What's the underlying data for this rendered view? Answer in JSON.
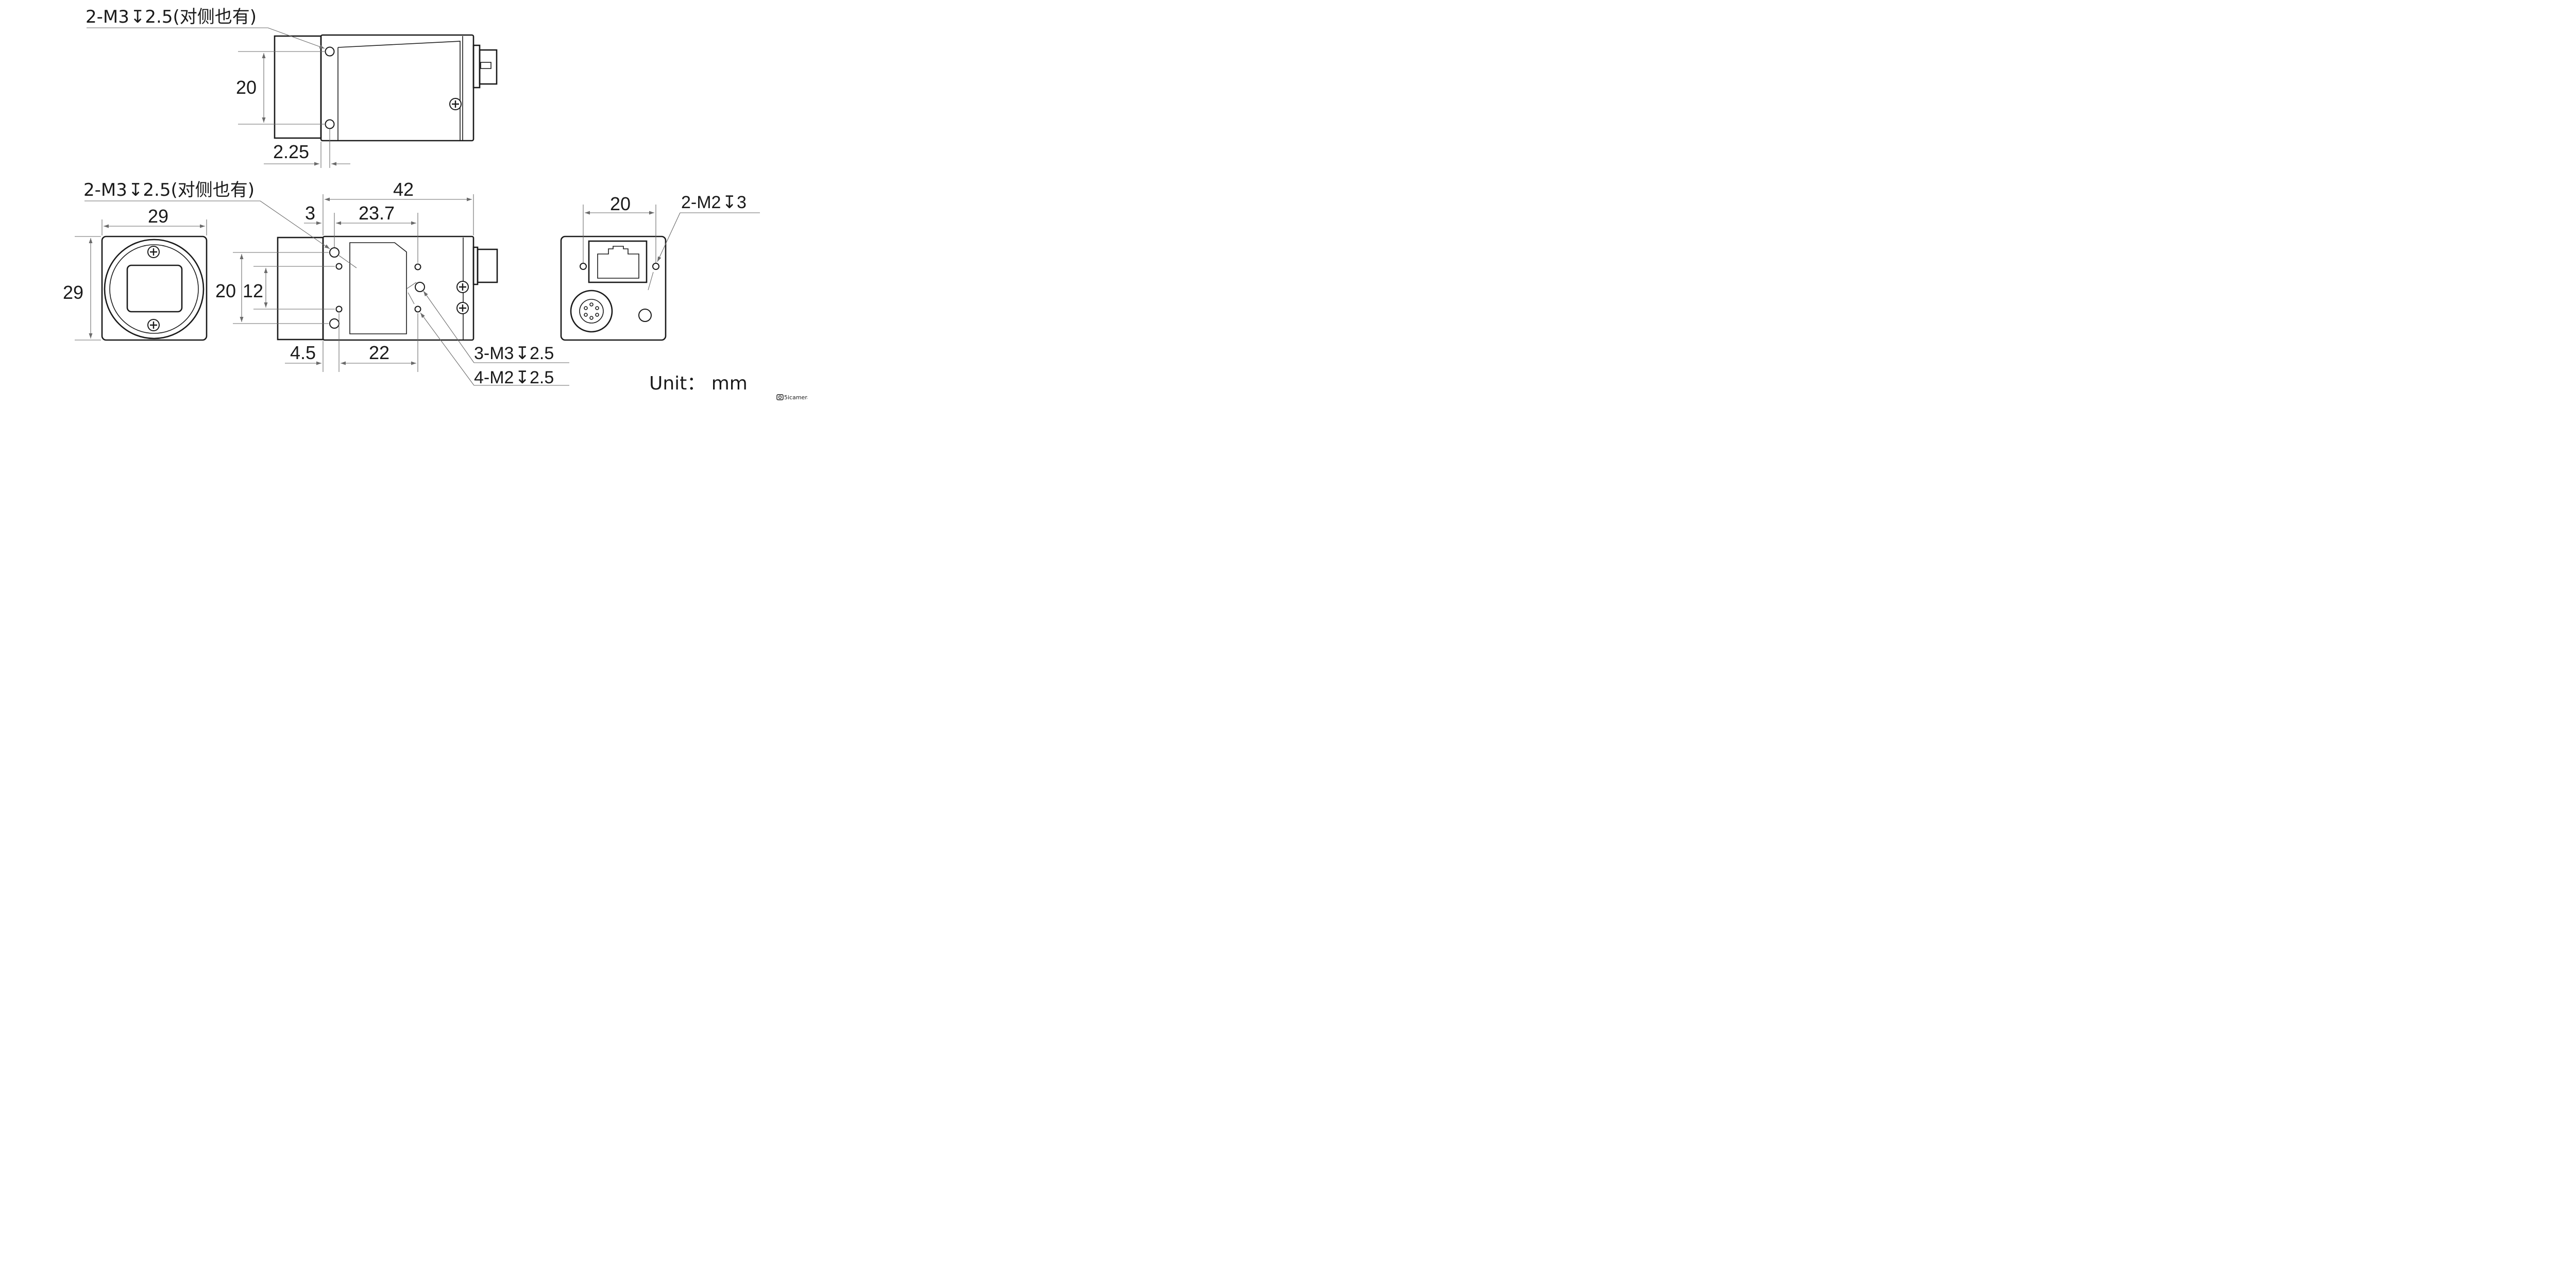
{
  "top_view": {
    "callout": "2-M3↧̲ 2.5(对侧也有)",
    "callout_parts": {
      "prefix": "2-M3",
      "depth": "2.5",
      "suffix": "(对侧也有)"
    },
    "dim_height": "20",
    "dim_offset": "2.25"
  },
  "front_view": {
    "dim_width": "29",
    "dim_height": "29"
  },
  "side_view": {
    "callout_top": {
      "prefix": "2-M3",
      "depth": "2.5",
      "suffix": "(对侧也有)"
    },
    "dim_length": "42",
    "dim_3": "3",
    "dim_23_7": "23.7",
    "dim_20": "20",
    "dim_12": "12",
    "dim_4_5": "4.5",
    "dim_22": "22",
    "callout_m3": {
      "prefix": "3-M3",
      "depth": "2.5"
    },
    "callout_m2": {
      "prefix": "4-M2",
      "depth": "2.5"
    }
  },
  "rear_view": {
    "dim_width": "20",
    "callout": {
      "prefix": "2-M2",
      "depth": "3"
    }
  },
  "unit_label": "Unit： mm",
  "logo_text": "5icamera"
}
